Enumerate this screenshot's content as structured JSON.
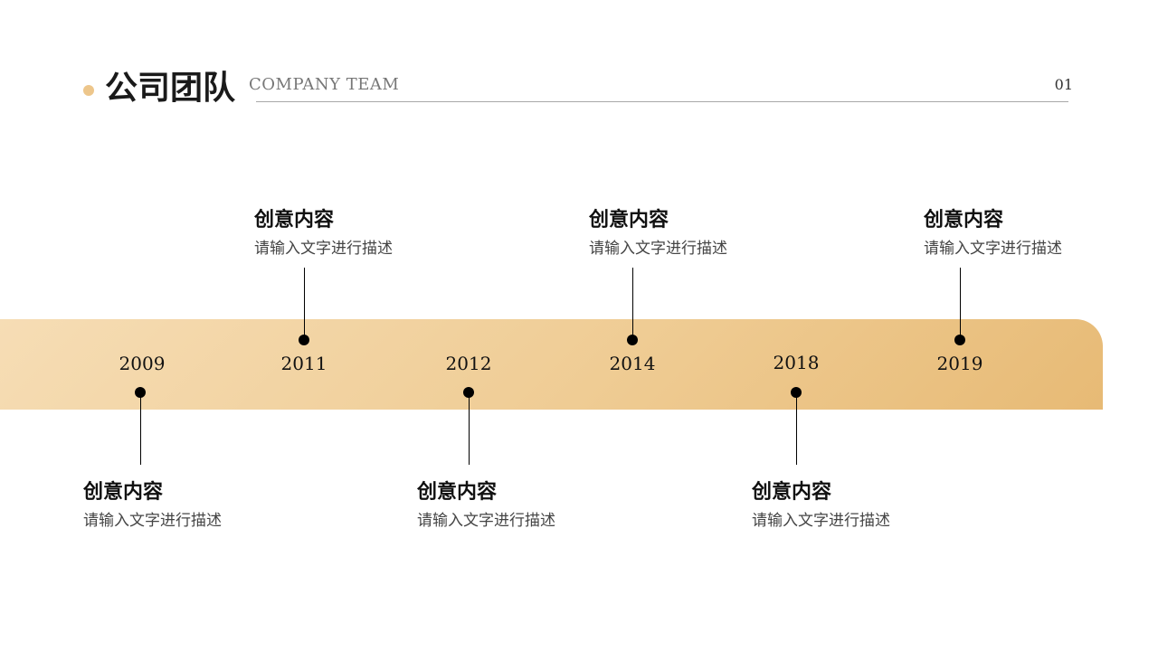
{
  "header": {
    "title": "公司团队",
    "subtitle": "COMPANY TEAM",
    "page_number": "01"
  },
  "colors": {
    "accent": "#EDC68B",
    "band_start": "#F6DDB5",
    "band_end": "#E7BA75"
  },
  "timeline": [
    {
      "year": "2009",
      "position": "below",
      "title": "创意内容",
      "desc": "请输入文字进行描述"
    },
    {
      "year": "2011",
      "position": "above",
      "title": "创意内容",
      "desc": "请输入文字进行描述"
    },
    {
      "year": "2012",
      "position": "below",
      "title": "创意内容",
      "desc": "请输入文字进行描述"
    },
    {
      "year": "2014",
      "position": "above",
      "title": "创意内容",
      "desc": "请输入文字进行描述"
    },
    {
      "year": "2018",
      "position": "below",
      "title": "创意内容",
      "desc": "请输入文字进行描述"
    },
    {
      "year": "2019",
      "position": "above",
      "title": "创意内容",
      "desc": "请输入文字进行描述"
    }
  ]
}
